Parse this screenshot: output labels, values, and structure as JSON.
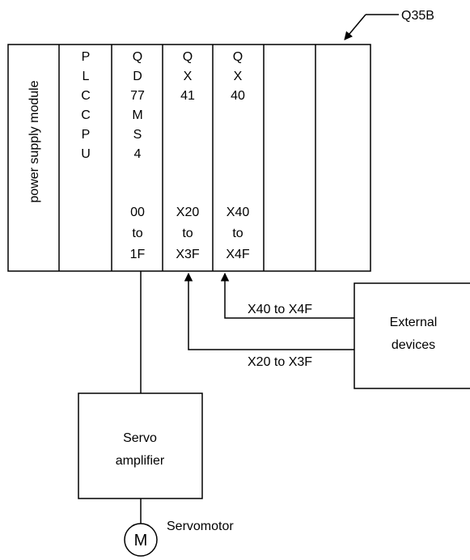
{
  "callout_label": "Q35B",
  "base_unit": {
    "power_supply_label": "power supply module",
    "slots": [
      {
        "chars": [
          "P",
          "L",
          "C",
          "C",
          "P",
          "U"
        ],
        "range": [
          "",
          "",
          ""
        ]
      },
      {
        "chars": [
          "Q",
          "D",
          "77",
          "M",
          "S",
          "4"
        ],
        "range": [
          "00",
          "to",
          "1F"
        ]
      },
      {
        "chars": [
          "Q",
          "X",
          "41"
        ],
        "range": [
          "X20",
          "to",
          "X3F"
        ]
      },
      {
        "chars": [
          "Q",
          "X",
          "40"
        ],
        "range": [
          "X40",
          "to",
          "X4F"
        ]
      },
      {
        "chars": [],
        "range": [
          "",
          "",
          ""
        ]
      },
      {
        "chars": [],
        "range": [
          "",
          "",
          ""
        ]
      }
    ]
  },
  "signals": {
    "upper": "X40 to X4F",
    "lower": "X20 to X3F"
  },
  "external": {
    "line1": "External",
    "line2": "devices"
  },
  "servo_amplifier": {
    "line1": "Servo",
    "line2": "amplifier"
  },
  "motor": {
    "symbol": "M",
    "label": "Servomotor"
  }
}
